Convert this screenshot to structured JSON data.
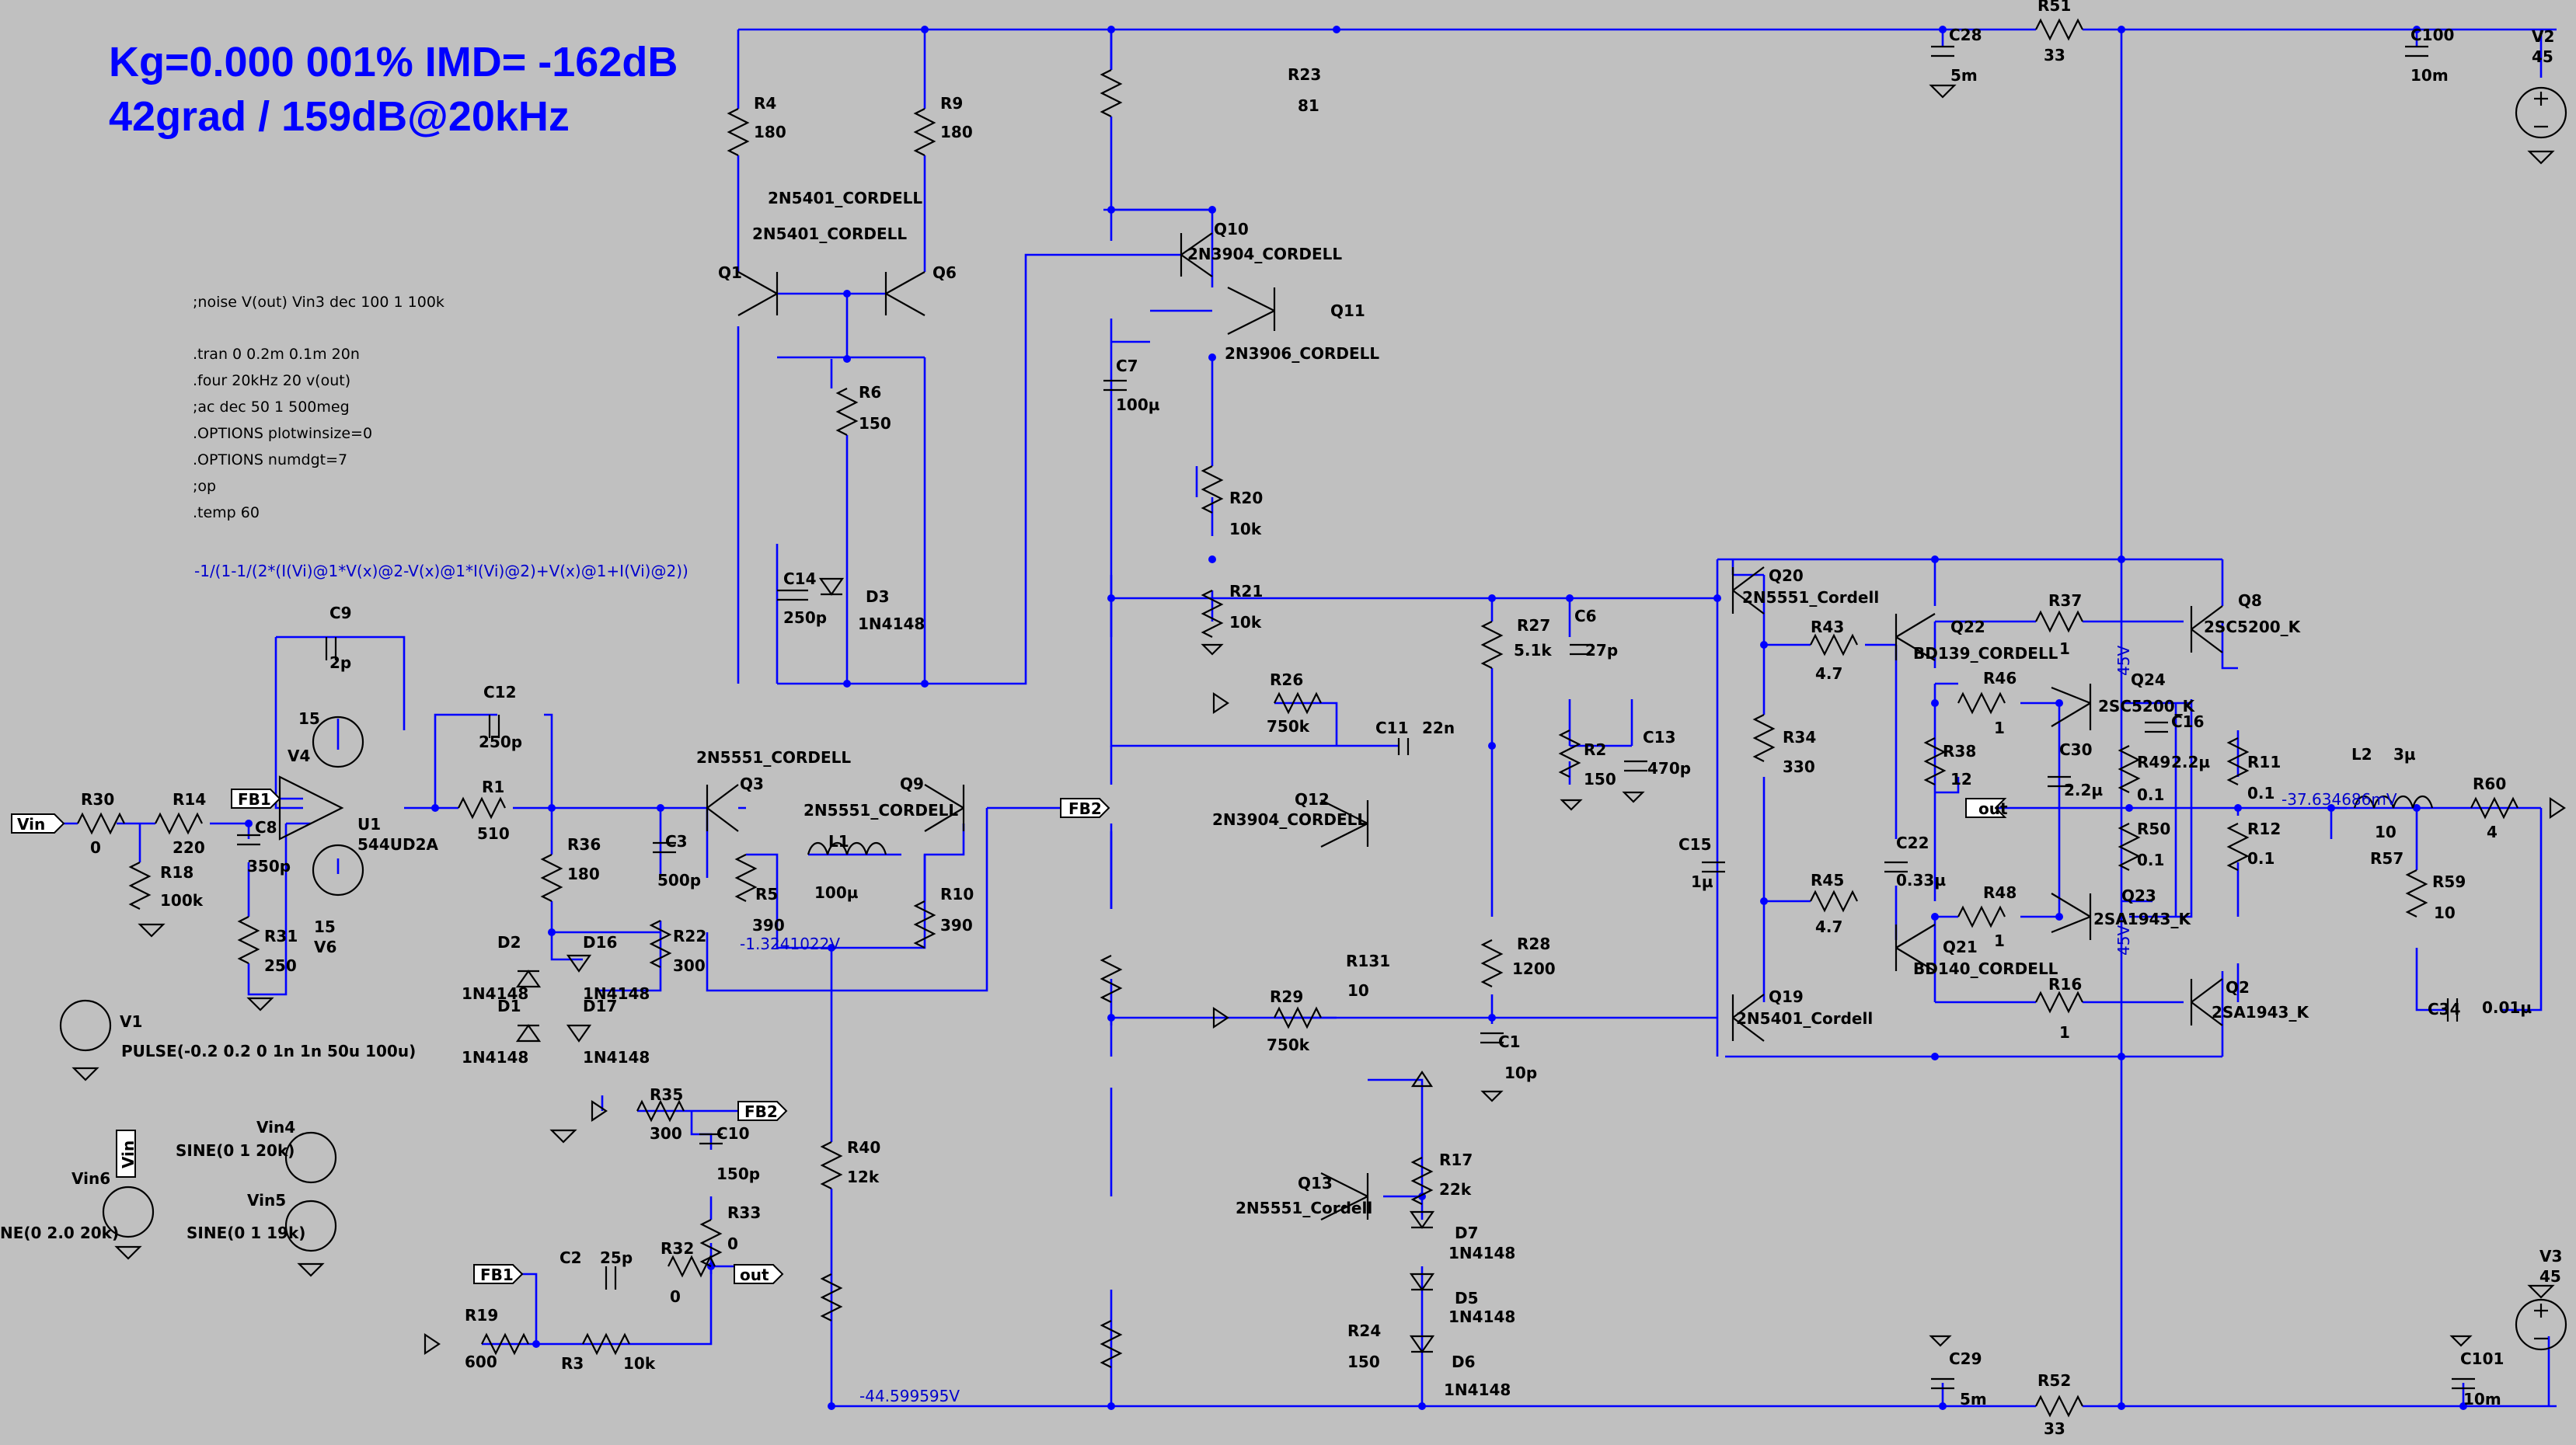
{
  "headline": {
    "line1": "Kg=0.000 001% IMD= -162dB",
    "line2": "42grad / 159dB@20kHz"
  },
  "directives": [
    ";noise V(out) Vin3 dec 100 1 100k",
    ".tran 0 0.2m 0.1m 20n",
    ".four 20kHz 20 v(out)",
    ";ac dec 50 1 500meg",
    ".OPTIONS plotwinsize=0",
    ".OPTIONS numdgt=7",
    ";op",
    ".temp 60"
  ],
  "formula": "-1/(1-1/(2*(I(Vi)@1*V(x)@2-V(x)@1*I(Vi)@2)+V(x)@1+I(Vi)@2))",
  "node_voltages": {
    "v1": "-1.3241022V",
    "v2": "-44.599595V",
    "v3": "-37.634686mV",
    "v4": "45V",
    "v5": "45V"
  },
  "labels": {
    "R4": "R4",
    "R4v": "180",
    "R9": "R9",
    "R9v": "180",
    "q_top1": "2N5401_CORDELL",
    "q_top2": "2N5401_CORDELL",
    "Q1": "Q1",
    "Q6": "Q6",
    "R6": "R6",
    "R6v": "150",
    "C14": "C14",
    "C14v": "250p",
    "D3": "D3",
    "D3v": "1N4148",
    "Q10": "Q10",
    "Q10m": "2N3904_CORDELL",
    "Q11": "Q11",
    "Q11m": "2N3906_CORDELL",
    "R23": "R23",
    "R23v": "81",
    "C7": "C7",
    "C7v": "100µ",
    "R20": "R20",
    "R20v": "10k",
    "R21": "R21",
    "R21v": "10k",
    "C28": "C28",
    "C28v": "5m",
    "R51": "R51",
    "R51v": "33",
    "C100": "C100",
    "C100v": "10m",
    "V2": "V2",
    "V2v": "45",
    "C9": "C9",
    "C9v": "2p",
    "V4": "V4",
    "V4v": "15",
    "V4top": "15",
    "U1": "U1",
    "U1m": "544UD2A",
    "V6": "V6",
    "V6v": "15",
    "R30": "R30",
    "R30v": "0",
    "R14": "R14",
    "R14v": "220",
    "R18": "R18",
    "R18v": "100k",
    "C8": "C8",
    "C8v": "350p",
    "R31": "R31",
    "R31v": "250",
    "Vin": "Vin",
    "FB1": "FB1",
    "C12": "C12",
    "C12v": "250p",
    "R1": "R1",
    "R1v": "510",
    "R36": "R36",
    "R36v": "180",
    "D2": "D2",
    "D2v": "1N4148",
    "D1": "D1",
    "D1v": "1N4148",
    "D16": "D16",
    "D16v": "1N4148",
    "D17": "D17",
    "D17v": "1N4148",
    "Q3": "Q3",
    "Q3m": "2N5551_CORDELL",
    "Q9": "Q9",
    "Q9m": "2N5551_CORDELL",
    "C3": "C3",
    "C3v": "500p",
    "R22": "R22",
    "R22v": "300",
    "R5": "R5",
    "R5v": "390",
    "L1": "L1",
    "L1v": "100µ",
    "R10": "R10",
    "R10v": "390",
    "FB2": "FB2",
    "V1": "V1",
    "V1v": "PULSE(-0.2 0.2 0 1n 1n 50u 100u)",
    "Vin4": "Vin4",
    "Vin4v": "SINE(0 1 20k)",
    "Vin5": "Vin5",
    "Vin5v": "SINE(0 1 19k)",
    "Vin6": "Vin6",
    "Vin6v": "NE(0 2.0 20k)",
    "R35": "R35",
    "R35v": "300",
    "C10": "C10",
    "C10v": "150p",
    "R33": "R33",
    "R33v": "0",
    "R32": "R32",
    "R32v": "0",
    "C2": "C2",
    "C2v": "25p",
    "R19": "R19",
    "R19v": "600",
    "R3": "R3",
    "R3v": "10k",
    "out": "out",
    "R40": "R40",
    "R40v": "12k",
    "R26": "R26",
    "R26v": "750k",
    "C11": "C11",
    "C11v": "22n",
    "Q12": "Q12",
    "Q12m": "2N3904_CORDELL",
    "R27": "R27",
    "R27v": "5.1k",
    "C6": "C6",
    "C6v": "27p",
    "R2": "R2",
    "R2v": "150",
    "C13": "C13",
    "C13v": "470p",
    "R28": "R28",
    "R28v": "1200",
    "C1": "C1",
    "C1v": "10p",
    "R131": "R131",
    "R131v": "10",
    "R29": "R29",
    "R29v": "750k",
    "Q13": "Q13",
    "Q13m": "2N5551_Cordell",
    "R17": "R17",
    "R17v": "22k",
    "D7": "D7",
    "D7v": "1N4148",
    "D5": "D5",
    "D5v": "1N4148",
    "D6": "D6",
    "D6v": "1N4148",
    "R24": "R24",
    "R24v": "150",
    "Q20": "Q20",
    "Q20m": "2N5551_Cordell",
    "Q19": "Q19",
    "Q19m": "2N5401_Cordell",
    "R43": "R43",
    "R43v": "4.7",
    "R34": "R34",
    "R34v": "330",
    "R45": "R45",
    "R45v": "4.7",
    "C15": "C15",
    "C15v": "1µ",
    "Q22": "Q22",
    "Q22m": "BD139_CORDELL",
    "Q21": "Q21",
    "Q21m": "BD140_CORDELL",
    "C22": "C22",
    "C22v": "0.33µ",
    "R38": "R38",
    "R38v": "12",
    "R37": "R37",
    "R37v": "1",
    "R46": "R46",
    "R46v": "1",
    "R48": "R48",
    "R48v": "1",
    "R16": "R16",
    "R16v": "1",
    "Q24": "Q24",
    "Q24m": "2SC5200_K",
    "Q23": "Q23",
    "Q23m": "2SA1943_K",
    "C30": "C30",
    "C30v": "2.2µ",
    "C16": "C16",
    "C16v": "2.2µ",
    "R49": "R49",
    "R49v": "0.1",
    "R50": "R50",
    "R50v": "0.1",
    "Q8": "Q8",
    "Q8m": "2SC5200_K",
    "Q2": "Q2",
    "Q2m": "2SA1943_K",
    "R11": "R11",
    "R11v": "0.1",
    "R12": "R12",
    "R12v": "0.1",
    "L2": "L2",
    "L2v": "3µ",
    "R57": "R57",
    "R57v": "10",
    "R60": "R60",
    "R60v": "4",
    "R59": "R59",
    "R59v": "10",
    "C34": "C34",
    "C34v": "0.01µ",
    "C29": "C29",
    "C29v": "5m",
    "R52": "R52",
    "R52v": "33",
    "C101": "C101",
    "C101v": "10m",
    "V3": "V3",
    "V3v": "45"
  },
  "colors": {
    "wire": "#0000ff",
    "component": "#000000",
    "background": "#c0c0c0"
  }
}
